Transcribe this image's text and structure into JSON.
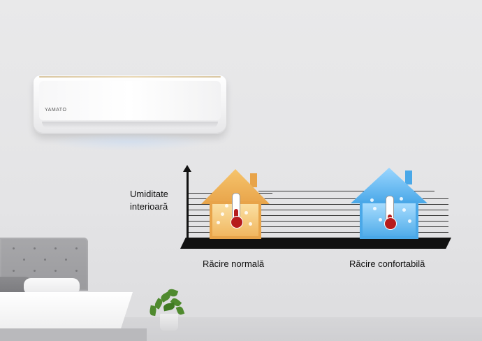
{
  "ac_unit": {
    "brand": "YAMATO",
    "display": ""
  },
  "diagram": {
    "axis_label_line1": "Umiditate",
    "axis_label_line2": "interioară",
    "house_left_label": "Răcire normală",
    "house_right_label": "Răcire confortabilă"
  },
  "colors": {
    "normal_house": "#e8a44a",
    "comfort_house": "#4aa8e8",
    "thermometer": "#b71c1c"
  }
}
